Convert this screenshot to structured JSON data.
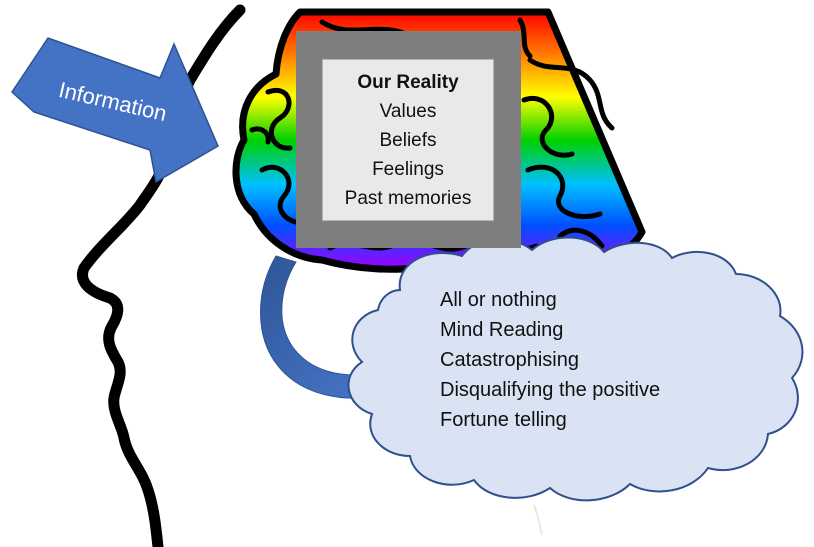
{
  "arrow_label": "Information",
  "reality": {
    "title": "Our Reality",
    "items": [
      "Values",
      "Beliefs",
      "Feelings",
      "Past memories"
    ]
  },
  "cloud": {
    "items": [
      "All or nothing",
      "Mind Reading",
      "Catastrophising",
      "Disqualifying the positive",
      "Fortune telling"
    ]
  },
  "colors": {
    "arrow_fill": "#4472c4",
    "box_frame": "#7f7f7f",
    "box_inner": "#ebe8ea",
    "cloud_fill": "#dae3f3",
    "cloud_stroke": "#2f4f8f",
    "rainbow": [
      "#ff0000",
      "#ff8000",
      "#ffff00",
      "#00d000",
      "#00c0ff",
      "#0050ff",
      "#a000ff"
    ]
  }
}
